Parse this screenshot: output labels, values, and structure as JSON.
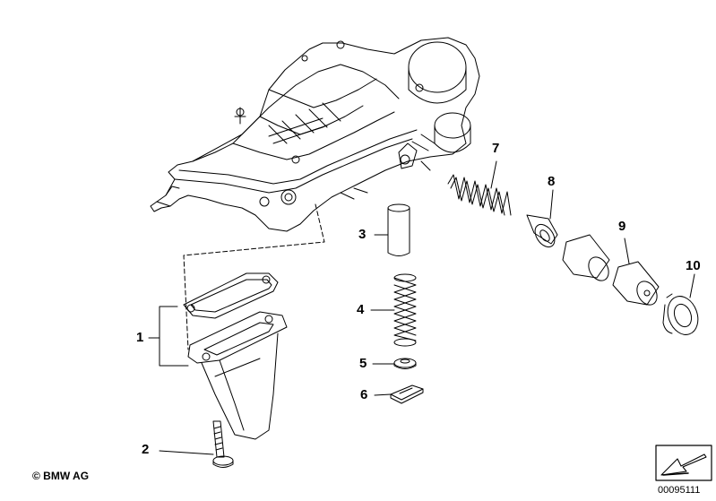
{
  "callouts": {
    "c1": "1",
    "c2": "2",
    "c3": "3",
    "c4": "4",
    "c5": "5",
    "c6": "6",
    "c7": "7",
    "c8": "8",
    "c9": "9",
    "c10": "10"
  },
  "footer": {
    "copyright": "© BMW AG",
    "catalog_number": "00095111"
  },
  "icons": {
    "corner_symbol": "direction-arrow-icon"
  }
}
